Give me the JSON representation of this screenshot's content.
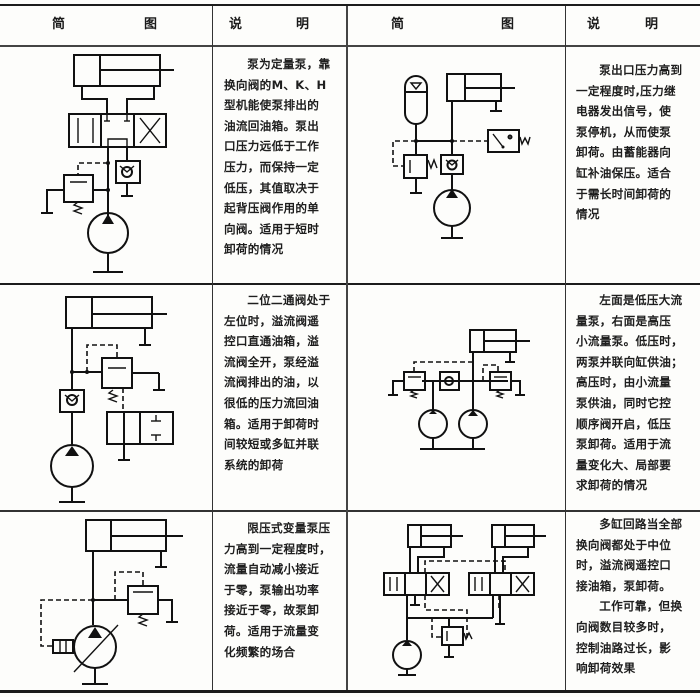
{
  "table": {
    "headers": {
      "left_diagram": [
        "简",
        "图"
      ],
      "left_desc": [
        "说",
        "明"
      ],
      "right_diagram": [
        "简",
        "图"
      ],
      "right_desc": [
        "说",
        "明"
      ]
    },
    "rows": [
      {
        "left": {
          "diagram": "M/K/H-type directional valve unloading circuit with back-pressure check valve",
          "lines": [
            "泵为定量泵，靠",
            "换向阀的M、K、H",
            "型机能使泵排出的",
            "油流回油箱。泵出",
            "口压力远低于工作",
            "压力，而保持一定",
            "低压，其值取决于",
            "起背压阀作用的单",
            "向阀。适用于短时",
            "卸荷的情况"
          ]
        },
        "right": {
          "diagram": "Pressure-relay pump stop circuit with accumulator",
          "lines": [
            "泵出口压力高到",
            "一定程度时,压力继",
            "电器发出信号，使",
            "泵停机，从而使泵",
            "卸荷。由蓄能器向",
            "缸补油保压。适合",
            "于需长时间卸荷的",
            "情况"
          ]
        }
      },
      {
        "left": {
          "diagram": "2/2 valve venting relief valve unloading circuit",
          "lines": [
            "二位二通阀处于",
            "左位时，溢流阀遥",
            "控口直通油箱，溢",
            "流阀全开，泵经溢",
            "流阀排出的油，以",
            "很低的压力流回油",
            "箱。适用于卸荷时",
            "间较短或多缸并联",
            "系统的卸荷"
          ]
        },
        "right": {
          "diagram": "High-low dual pump unloading circuit",
          "lines": [
            "左面是低压大流",
            "量泵，右面是高压",
            "小流量泵。低压时，",
            "两泵并联向缸供油；",
            "高压时，由小流量",
            "泵供油，同时它控",
            "顺序阀开启，低压",
            "泵卸荷。适用于流",
            "量变化大、局部要",
            "求卸荷的情况"
          ]
        }
      },
      {
        "left": {
          "diagram": "Pressure-limiting variable displacement pump circuit",
          "lines": [
            "限压式变量泵压",
            "力高到一定程度时，",
            "流量自动减小接近",
            "于零，泵输出功率",
            "接近于零，故泵卸",
            "荷。适用于流量变",
            "化频繁的场合"
          ]
        },
        "right": {
          "diagram": "Multi-cylinder circuit with series-vented directional valves",
          "lines": [
            "多缸回路当全部",
            "换向阀都处于中位",
            "时，溢流阀遥控口",
            "接油箱，泵卸荷。",
            "工作可靠，但换",
            "向阀数目较多时，",
            "控制油路过长，影",
            "响卸荷效果"
          ],
          "indent_lines": [
            0,
            4
          ]
        }
      }
    ]
  }
}
